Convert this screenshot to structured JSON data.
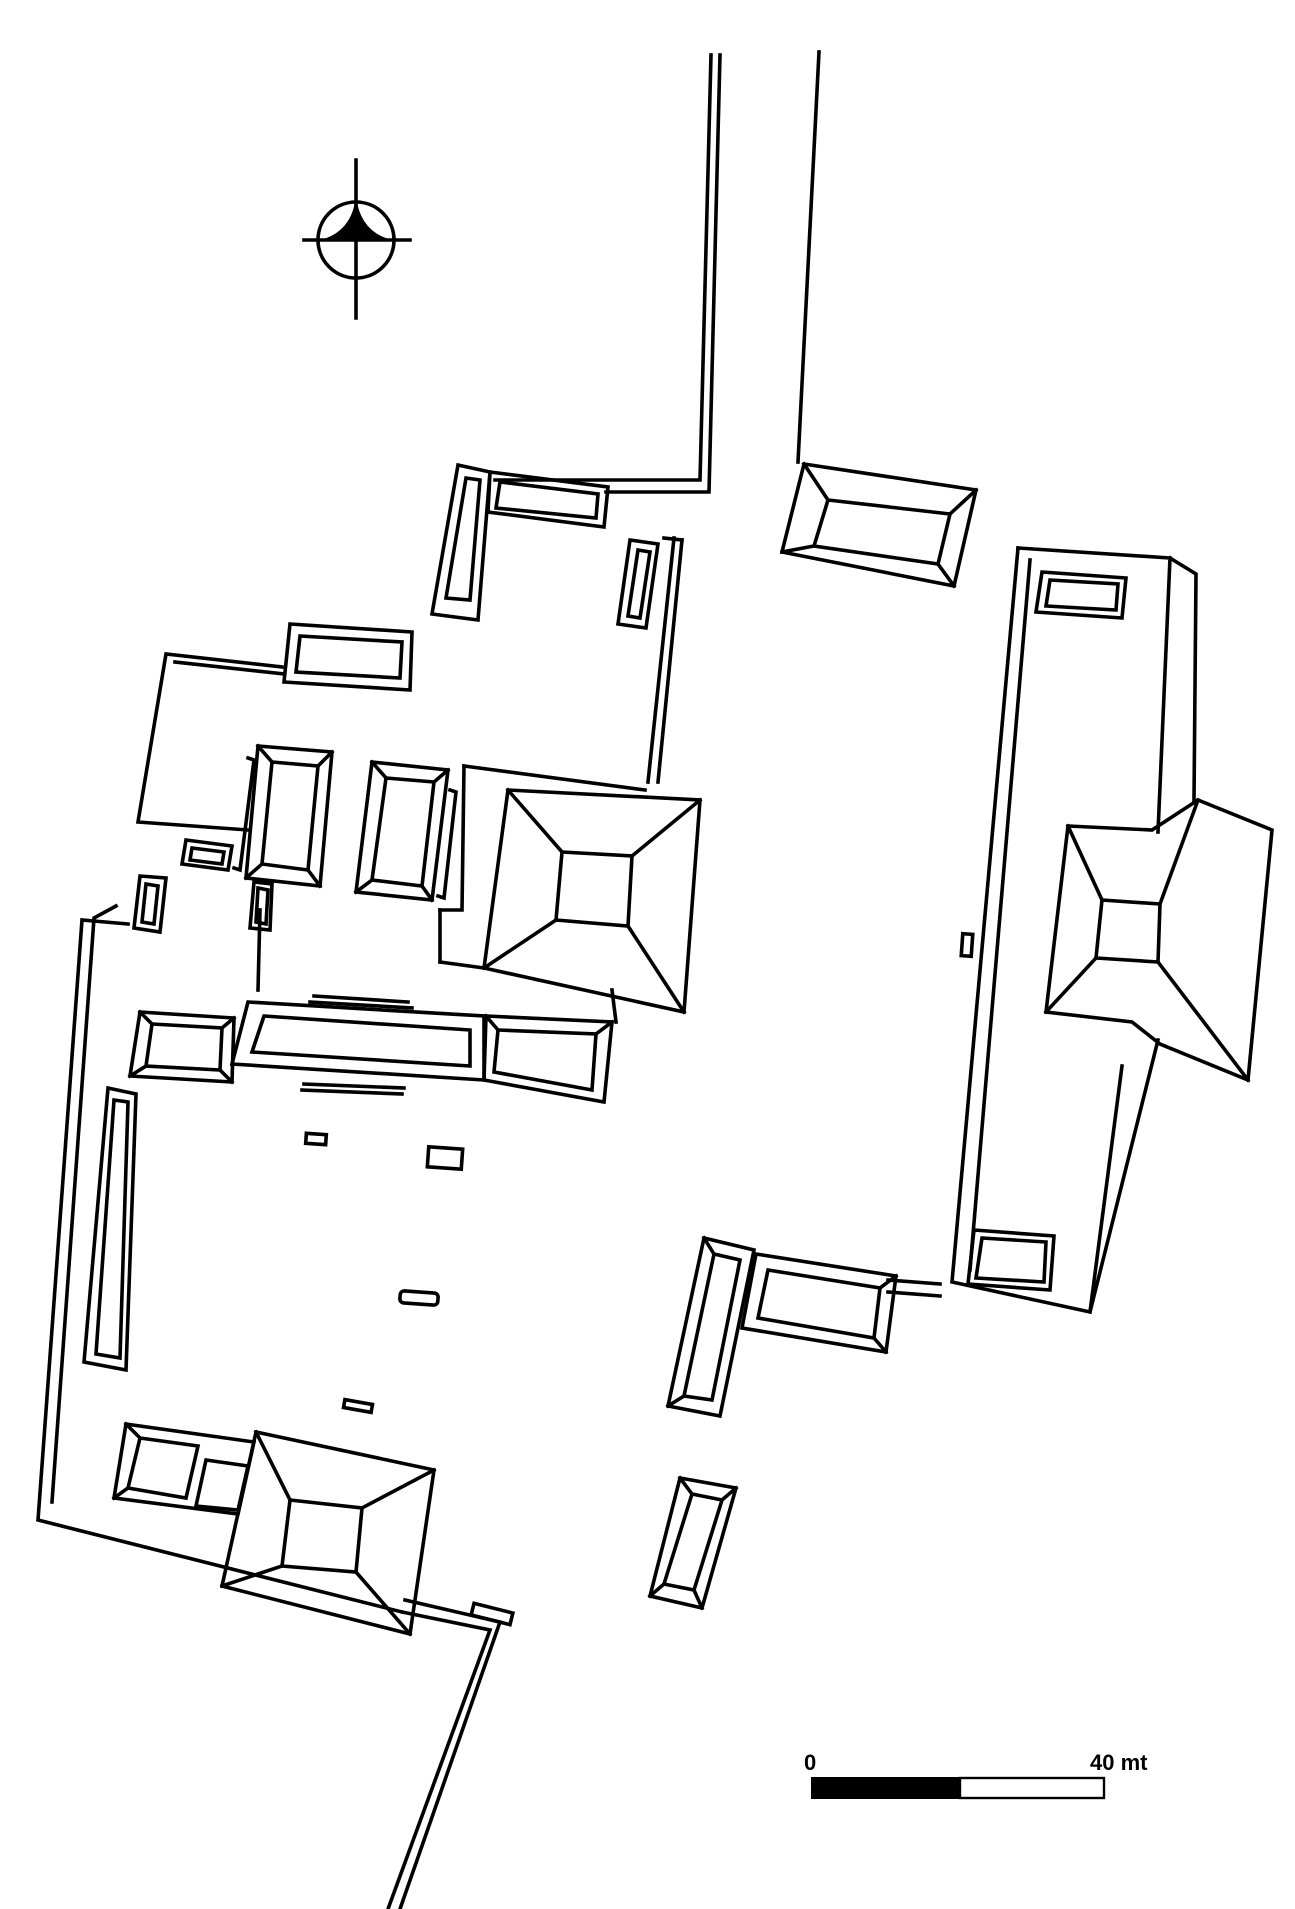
{
  "map": {
    "type": "archaeological site plan",
    "north_arrow": {
      "icon": "north-arrow-icon"
    },
    "scale_bar": {
      "start_label": "0",
      "end_label": "40 mt",
      "segments": 2,
      "fill_color": "#000000"
    },
    "line_color": "#000000",
    "background_color": "#ffffff"
  }
}
